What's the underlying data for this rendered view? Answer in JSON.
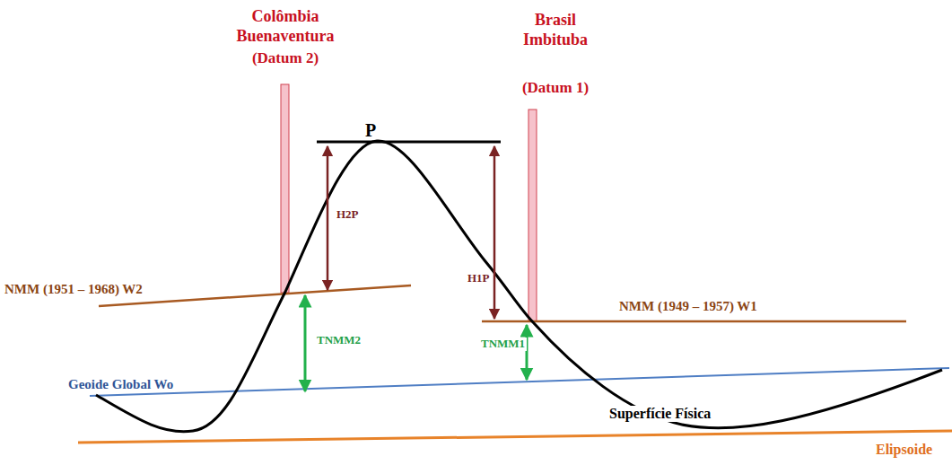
{
  "diagram": {
    "labels": [
      "Colômbia",
      "Buenaventura",
      "(Datum 2)",
      "Brasil",
      "Imbituba",
      "(Datum 1)",
      "P",
      "H2P",
      "H1P",
      "NMM (1951 – 1968) W2",
      "NMM (1949 – 1957) W1",
      "TNMM2",
      "TNMM1",
      "Geoide Global Wo",
      "Superfície Física",
      "Elipsoide"
    ]
  }
}
